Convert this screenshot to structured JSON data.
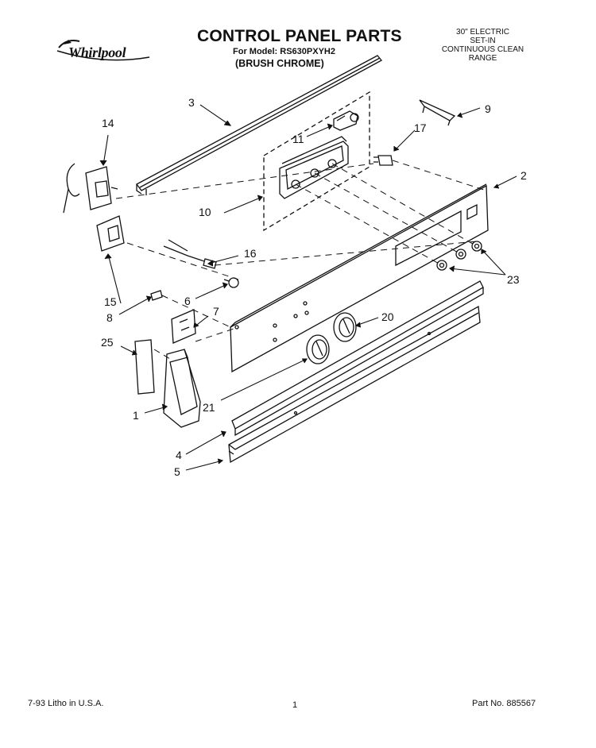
{
  "header": {
    "brand": "Whirlpool",
    "title": "CONTROL PANEL PARTS",
    "model_line": "For Model: RS630PXYH2",
    "finish": "(BRUSH CHROME)",
    "range_type": [
      "30\" ELECTRIC",
      "SET-IN",
      "CONTINUOUS CLEAN",
      "RANGE"
    ]
  },
  "callouts": {
    "c1": "1",
    "c2": "2",
    "c3": "3",
    "c4": "4",
    "c5": "5",
    "c6": "6",
    "c7": "7",
    "c8": "8",
    "c9": "9",
    "c10": "10",
    "c11": "11",
    "c14": "14",
    "c15": "15",
    "c16": "16",
    "c17": "17",
    "c20": "20",
    "c21": "21",
    "c23": "23",
    "c25": "25"
  },
  "footer": {
    "date": "7-93 Litho in U.S.A.",
    "page": "1",
    "part_no": "Part No. 885567"
  }
}
